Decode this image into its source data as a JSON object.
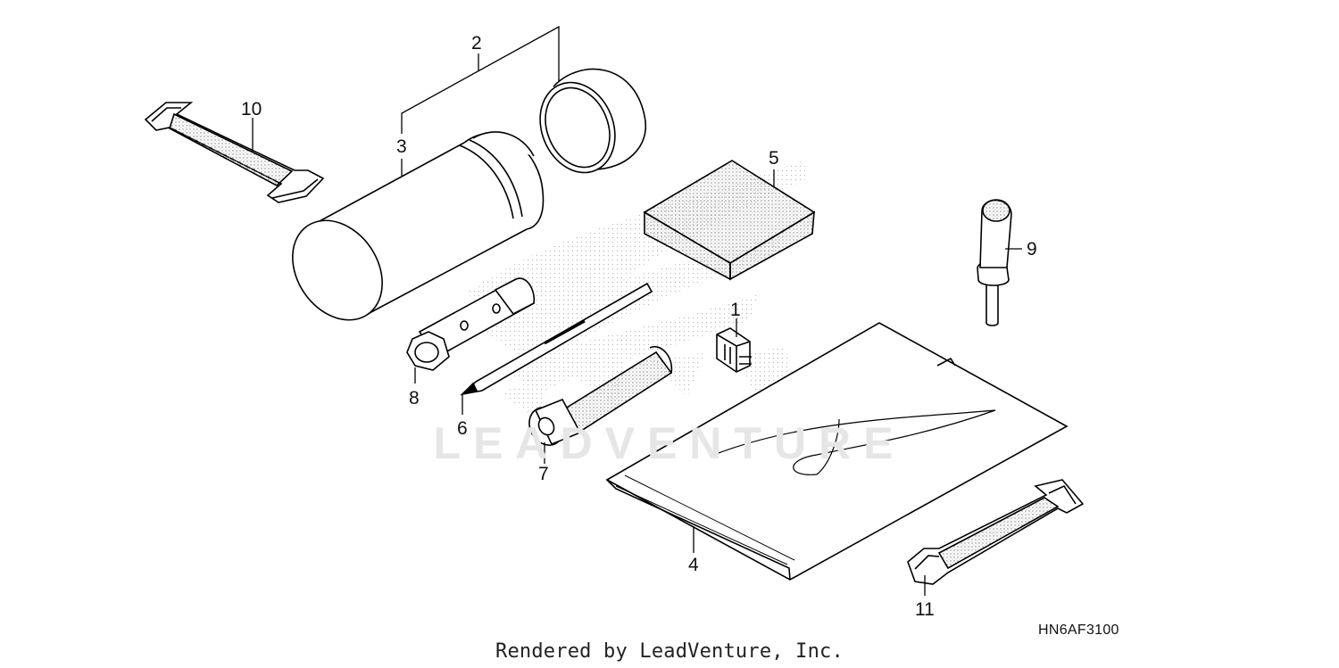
{
  "callouts": {
    "c1": "1",
    "c2": "2",
    "c3": "3",
    "c4": "4",
    "c5": "5",
    "c6": "6",
    "c7": "7",
    "c8": "8",
    "c9": "9",
    "c10": "10",
    "c11": "11"
  },
  "diagram_code": "HN6AF3100",
  "credit": "Rendered by LeadVenture, Inc.",
  "watermark": "LEADVENTURE",
  "colors": {
    "line": "#000000",
    "stipple": "#888888",
    "watermark": "#e6e6e6"
  }
}
